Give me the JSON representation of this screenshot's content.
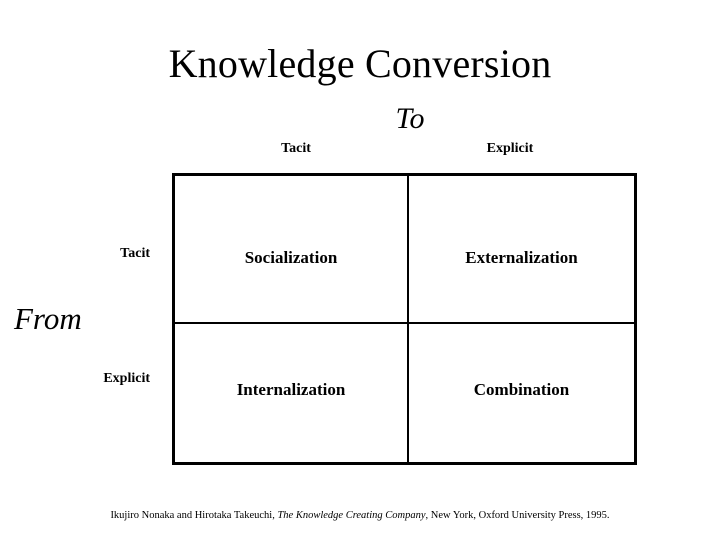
{
  "slide": {
    "title": "Knowledge Conversion",
    "background_color": "#ffffff",
    "text_color": "#000000"
  },
  "axes": {
    "to_label": "To",
    "from_label": "From"
  },
  "matrix": {
    "column_headers": [
      "Tacit",
      "Explicit"
    ],
    "row_headers": [
      "Tacit",
      "Explicit"
    ],
    "cells": [
      [
        "Socialization",
        "Externalization"
      ],
      [
        "Internalization",
        "Combination"
      ]
    ],
    "border_color": "#000000"
  },
  "citation": {
    "authors": "Ikujiro Nonaka and Hirotaka Takeuchi,",
    "book_title": "The Knowledge Creating Company",
    "publication": ", New York, Oxford University Press, 1995."
  }
}
